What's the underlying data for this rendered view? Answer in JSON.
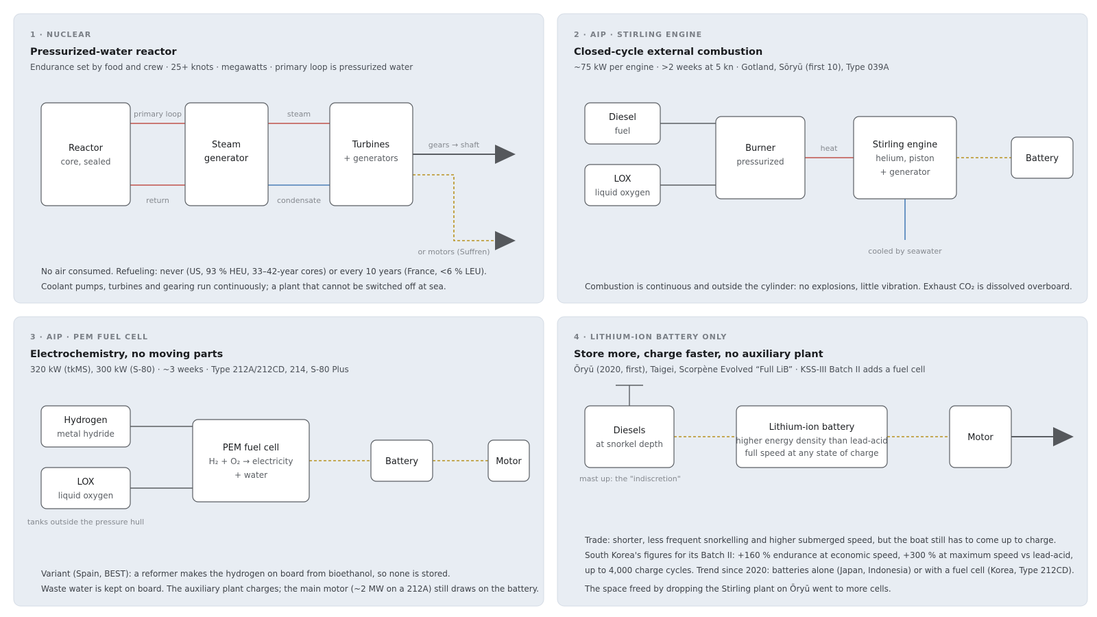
{
  "panels": [
    {
      "eyebrow": "1 · NUCLEAR",
      "title": "Pressurized-water reactor",
      "subtitle": "Endurance set by food and crew · 25+ knots · megawatts · primary loop is pressurized water",
      "boxes": {
        "reactor": {
          "l1": "Reactor",
          "l2": "core, sealed"
        },
        "steamgen": {
          "l1": "Steam",
          "l2": "generator"
        },
        "turbines": {
          "l1": "Turbines",
          "l2": "+ generators"
        }
      },
      "labels": {
        "primary_loop": "primary loop",
        "return": "return",
        "steam": "steam",
        "condensate": "condensate",
        "gears_shaft": "gears → shaft",
        "or_motors": "or motors (Suffren)"
      },
      "footer": [
        "No air consumed. Refueling: never (US, 93 % HEU, 33–42-year cores) or every 10 years (France, <6 % LEU).",
        "Coolant pumps, turbines and gearing run continuously; a plant that cannot be switched off at sea."
      ]
    },
    {
      "eyebrow": "2 · AIP · STIRLING ENGINE",
      "title": "Closed-cycle external combustion",
      "subtitle": "~75 kW per engine · >2 weeks at 5 kn · Gotland, Sōryū (first 10), Type 039A",
      "boxes": {
        "diesel": {
          "l1": "Diesel",
          "l2": "fuel"
        },
        "lox": {
          "l1": "LOX",
          "l2": "liquid oxygen"
        },
        "burner": {
          "l1": "Burner",
          "l2": "pressurized"
        },
        "stirling": {
          "l1": "Stirling engine",
          "l2": "helium, piston",
          "l3": "+ generator"
        },
        "battery": {
          "l1": "Battery"
        }
      },
      "labels": {
        "heat": "heat",
        "cooled": "cooled by seawater"
      },
      "footer": [
        "Combustion is continuous and outside the cylinder: no explosions, little vibration. Exhaust CO₂ is dissolved overboard."
      ]
    },
    {
      "eyebrow": "3 · AIP · PEM FUEL CELL",
      "title": "Electrochemistry, no moving parts",
      "subtitle": "320 kW (tkMS), 300 kW (S-80) · ~3 weeks · Type 212A/212CD, 214, S-80 Plus",
      "boxes": {
        "hydrogen": {
          "l1": "Hydrogen",
          "l2": "metal hydride"
        },
        "lox": {
          "l1": "LOX",
          "l2": "liquid oxygen"
        },
        "pem": {
          "l1": "PEM fuel cell",
          "l2": "H₂ + O₂ → electricity",
          "l3": "+ water"
        },
        "battery": {
          "l1": "Battery"
        },
        "motor": {
          "l1": "Motor"
        }
      },
      "labels": {
        "tanks": "tanks outside the pressure hull"
      },
      "footer": [
        "Variant (Spain, BEST): a reformer makes the hydrogen on board from bioethanol, so none is stored.",
        "Waste water is kept on board. The auxiliary plant charges; the main motor (~2 MW on a 212A) still draws on the battery."
      ]
    },
    {
      "eyebrow": "4 · LITHIUM-ION BATTERY ONLY",
      "title": "Store more, charge faster, no auxiliary plant",
      "subtitle": "Ōryū (2020, first), Taigei, Scorpène Evolved “Full LiB” · KSS-III Batch II adds a fuel cell",
      "boxes": {
        "diesels": {
          "l1": "Diesels",
          "l2": "at snorkel depth"
        },
        "liion": {
          "l1": "Lithium-ion battery",
          "l2": "higher energy density than lead-acid",
          "l3": "full speed at any state of charge"
        },
        "motor": {
          "l1": "Motor"
        }
      },
      "labels": {
        "mast": "mast up: the \"indiscretion\""
      },
      "footer": [
        "Trade: shorter, less frequent snorkelling and higher submerged speed, but the boat still has to come up to charge.",
        "South Korea's figures for its Batch II: +160 % endurance at economic speed, +300 % at maximum speed vs lead-acid,",
        "up to 4,000 charge cycles. Trend since 2020: batteries alone (Japan, Indonesia) or with a fuel cell (Korea, Type 212CD).",
        "The space freed by dropping the Stirling plant on Ōryū went to more cells."
      ]
    }
  ]
}
